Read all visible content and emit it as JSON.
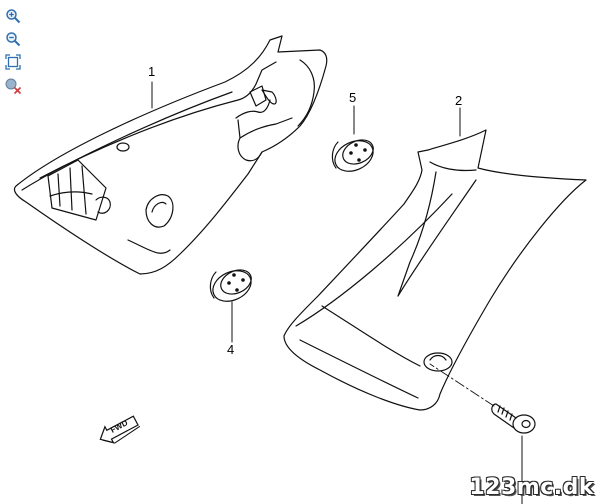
{
  "toolbar": {
    "icons": [
      "zoom-in-icon",
      "zoom-out-icon",
      "fit-to-screen-icon",
      "reset-icon"
    ]
  },
  "diagram": {
    "callouts": [
      {
        "part": "1",
        "label": "1"
      },
      {
        "part": "2",
        "label": "2"
      },
      {
        "part": "5",
        "label": "5"
      },
      {
        "part": "4",
        "label": "4"
      }
    ],
    "fwd_arrow_label": "FWD"
  },
  "watermark": "123mc.dk",
  "colors": {
    "line": "#111111",
    "background": "#ffffff",
    "toolbar_blue": "#2f6fb0"
  }
}
